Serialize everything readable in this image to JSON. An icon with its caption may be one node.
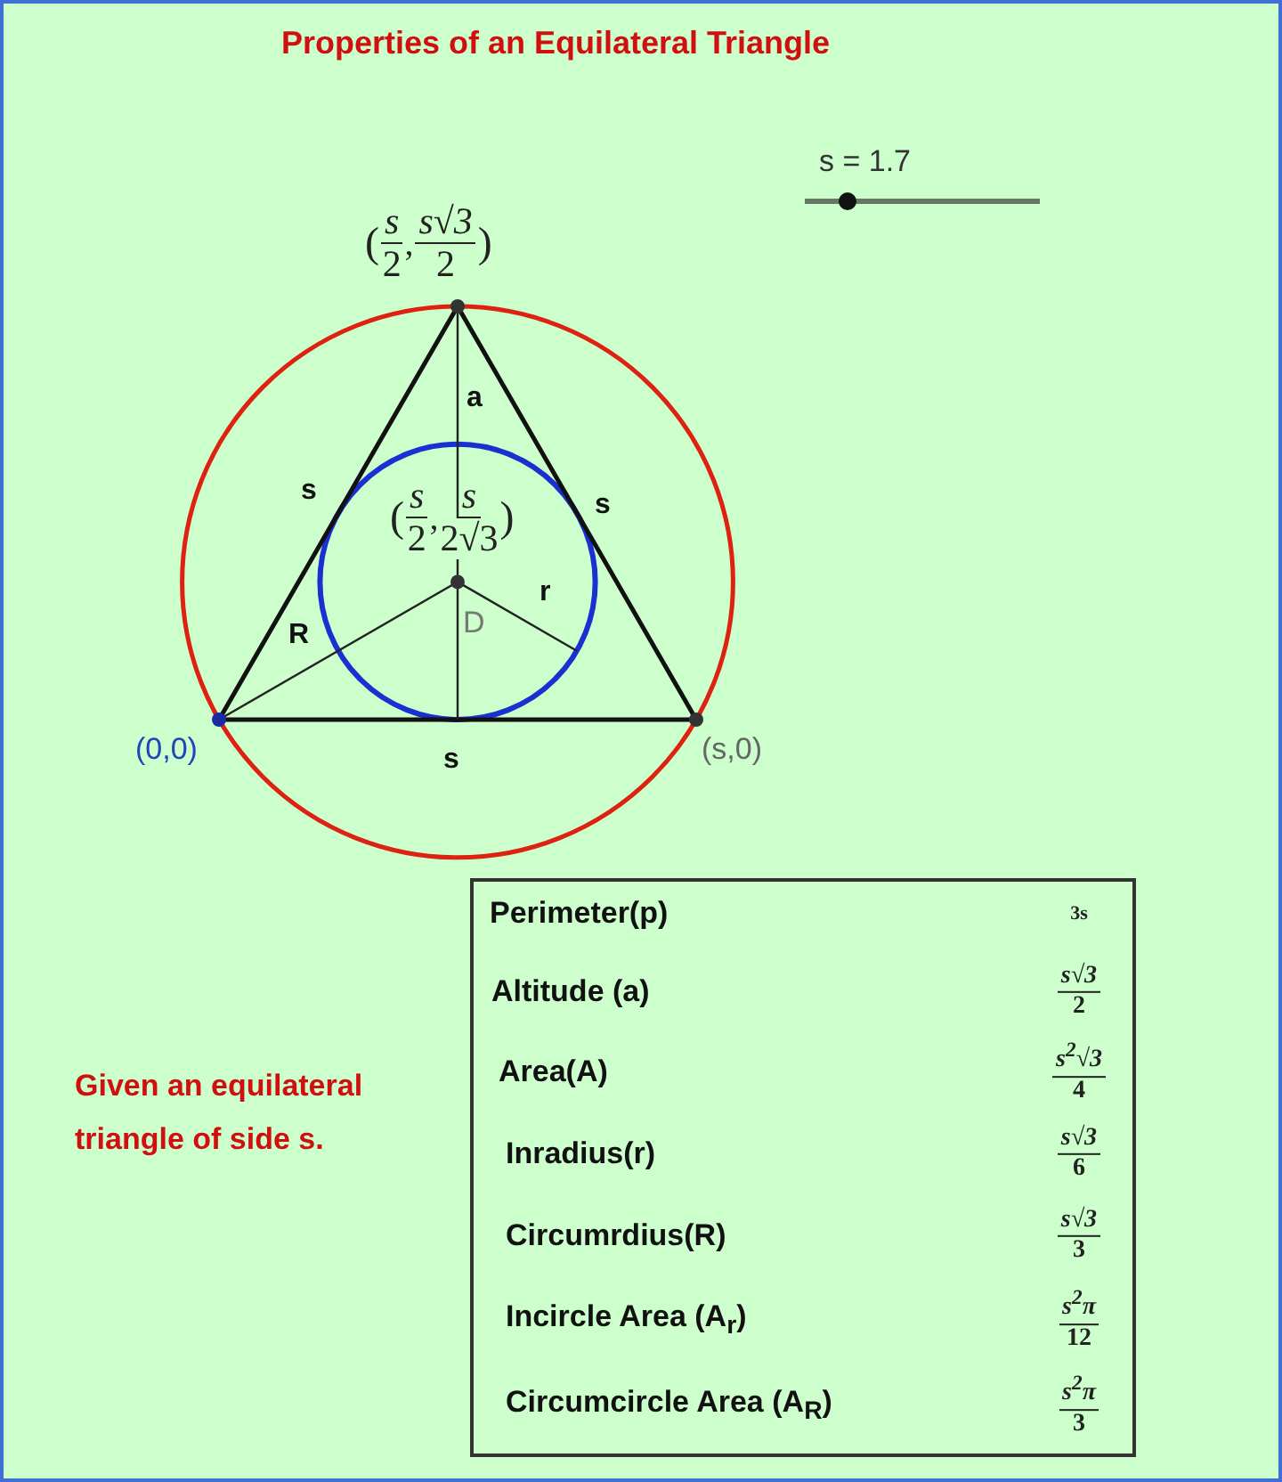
{
  "diagram": {
    "title": "Properties of an Equilateral Triangle",
    "nodes": [
      {
        "text": [
          "Perimeter(p)",
          "3s",
          "Altitude (a)",
          "s√3",
          "2",
          "Area(A)",
          "s$^{2}$√3",
          "4",
          "Inradius(r)",
          "s√3",
          "6",
          "Circumrdius(R)",
          "s√3",
          "3",
          "Incircle Area (A$_{r}$)",
          "s$^{2}$π",
          "12",
          "Circumcircle Area (A$_{R}$)",
          "s$^{2}$π",
          "3"
        ]
      }
    ],
    "labels": [
      "s = 1.7",
      "(",
      "s",
      "2",
      ",",
      "s√3",
      "2",
      ")",
      "a",
      "s",
      "s",
      "(",
      "s",
      "2",
      ",",
      "s",
      "2√3",
      ")",
      "r",
      "R",
      "D",
      "(0,0)",
      "s",
      "(s,0)",
      "Given an equilateral triangle of side s."
    ]
  }
}
